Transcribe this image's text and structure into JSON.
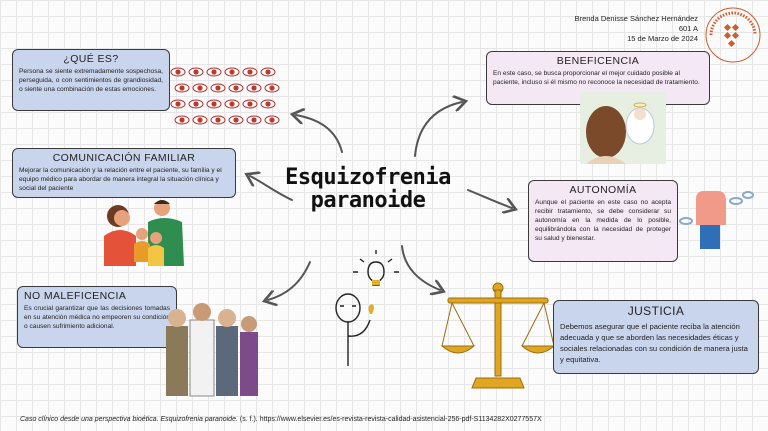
{
  "header": {
    "author": "Brenda Denisse Sánchez Hernández",
    "group": "601 A",
    "date": "15 de Marzo de 2024"
  },
  "logo": {
    "text": "UNIVERSIDAD ANÁHUAC · VINCE IN BONO MALUM",
    "color": "#d35a2a"
  },
  "center": {
    "line1": "Esquizofrenia",
    "line2": "paranoide"
  },
  "boxes": {
    "que_es": {
      "title": "¿QUÉ ES?",
      "body": "Persona se siente extremadamente sospechosa, perseguida, o con sentimientos de grandiosidad, o siente una combinación de estas emociones."
    },
    "comunicacion": {
      "title": "COMUNICACIÓN FAMILIAR",
      "body": "Mejorar la comunicación y la relación entre el paciente, su familia y el equipo médico para abordar de manera integral la situación clínica y social del paciente"
    },
    "no_maleficencia": {
      "title": "NO MALEFICENCIA",
      "body": "Es crucial garantizar que las decisiones tomadas en su atención médica no empeoren su condición o causen sufrimiento adicional."
    },
    "beneficencia": {
      "title": "BENEFICENCIA",
      "body": "En este caso, se busca proporcionar el mejor cuidado posible al paciente, incluso si él mismo no reconoce la necesidad de tratamiento."
    },
    "autonomia": {
      "title": "AUTONOMÍA",
      "body": "Aunque el paciente en este caso no acepta recibir tratamiento, se debe considerar su autonomía en la medida de lo posible, equilibrándola con la necesidad de proteger su salud y bienestar."
    },
    "justicia": {
      "title": "JUSTICIA",
      "body": "Debemos asegurar que el paciente reciba la atención adecuada y que se aborden las necesidades éticas y sociales relacionadas con su condición de manera justa y equitativa."
    }
  },
  "footer": {
    "citation_italic": "Caso clínico desde una perspectiva bioética. Esquizofrenia paranoide.",
    "citation_rest": " (s. f.). https://www.elsevier.es/es-revista-revista-calidad-asistencial-256-pdf-S1134282X0277557X"
  },
  "colors": {
    "blue_box": "#c9d5ec",
    "pink_box": "#f4e8f4",
    "scale_gold": "#e0a521"
  }
}
